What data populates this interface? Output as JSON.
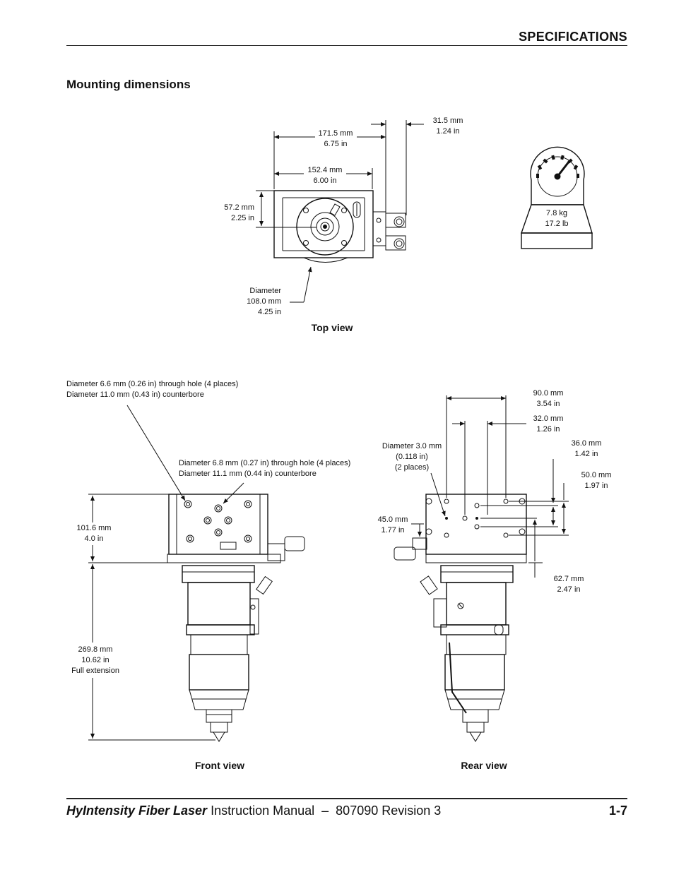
{
  "header": {
    "section": "SPECIFICATIONS"
  },
  "section_title": "Mounting dimensions",
  "top_view": {
    "caption": "Top view",
    "dim_width_overall": {
      "mm": "171.5 mm",
      "in": "6.75 in"
    },
    "dim_width_body": {
      "mm": "152.4 mm",
      "in": "6.00 in"
    },
    "dim_fitting": {
      "mm": "31.5 mm",
      "in": "1.24 in"
    },
    "dim_center": {
      "mm": "57.2 mm",
      "in": "2.25 in"
    },
    "dim_diameter": {
      "label": "Diameter",
      "mm": "108.0 mm",
      "in": "4.25 in"
    }
  },
  "weight": {
    "kg": "7.8 kg",
    "lb": "17.2 lb"
  },
  "front_view": {
    "caption": "Front view",
    "note_holes_outer": {
      "line1": "Diameter 6.6 mm (0.26 in) through hole (4 places)",
      "line2": "Diameter 11.0 mm (0.43 in) counterbore"
    },
    "note_holes_inner": {
      "line1": "Diameter 6.8 mm (0.27 in) through hole (4 places)",
      "line2": "Diameter 11.1 mm (0.44 in) counterbore"
    },
    "dim_plate": {
      "mm": "101.6 mm",
      "in": "4.0 in"
    },
    "dim_extension": {
      "mm": "269.8 mm",
      "in": "10.62 in",
      "note": "Full extension"
    }
  },
  "rear_view": {
    "caption": "Rear view",
    "dim_90": {
      "mm": "90.0 mm",
      "in": "3.54 in"
    },
    "dim_32": {
      "mm": "32.0 mm",
      "in": "1.26 in"
    },
    "dim_36": {
      "mm": "36.0 mm",
      "in": "1.42 in"
    },
    "dim_50": {
      "mm": "50.0 mm",
      "in": "1.97 in"
    },
    "dim_45": {
      "mm": "45.0 mm",
      "in": "1.77 in"
    },
    "dim_62": {
      "mm": "62.7 mm",
      "in": "2.47 in"
    },
    "pin_note": {
      "line1": "Diameter 3.0 mm",
      "line2": "(0.118 in)",
      "line3": "(2 places)"
    }
  },
  "footer": {
    "product": "HyIntensity Fiber Laser",
    "manual": " Instruction Manual  –  807090 Revision 3",
    "page": "1-7"
  }
}
